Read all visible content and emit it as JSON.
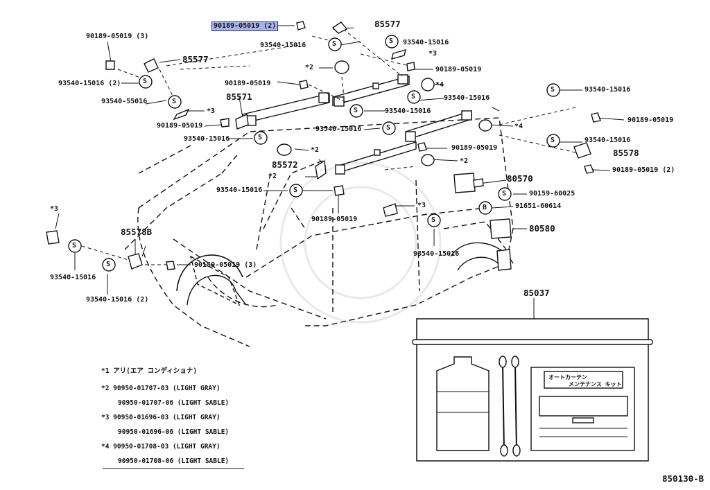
{
  "highlight": {
    "color": "#aab3e6"
  },
  "labels": {
    "top_highlighted": "90189-05019 (2)",
    "l85577_top": "85577",
    "l93540_15016_top_right": "93540-15016",
    "l93540_15016_a": "93540-15016",
    "l90189_05019_3_left": "90189-05019 (3)",
    "l85577_left": "85577",
    "l93540_15016_2_left": "93540-15016 (2)",
    "l93540_55016": "93540-55016",
    "l90189_05019_mid": "90189-05019",
    "l85571": "85571",
    "l90189_05019_left2": "90189-05019",
    "l93540_15016_left2": "93540-15016",
    "l90189_05019_center": "90189-05019",
    "l93540_15016_center_right": "93540-15016",
    "l93540_15016_center": "93540-15016",
    "l93540_15016_center2": "93540-15016",
    "l93540_15016_right1": "93540-15016",
    "l90189_05019_right1": "90189-05019",
    "l93540_15016_right2": "93540-15016",
    "l85578": "85578",
    "l90189_05019_2_right": "90189-05019 (2)",
    "l90189_05019_right_mid": "90189-05019",
    "l85572": "85572",
    "l93540_15016_left3": "93540-15016",
    "l80570": "80570",
    "l90159_60025": "90159-60025",
    "l91651_60614": "91651-60614",
    "l80580": "80580",
    "l90189_05019_lower": "90189-05019",
    "l93540_15016_lower": "93540-15016",
    "l85578b": "85578B",
    "l90189_05019_3_lower": "90189-05019 (3)",
    "l93540_15016_bottom_left": "93540-15016",
    "l93540_15016_2_bottom": "93540-15016 (2)",
    "l85037": "85037",
    "diagram_code": "850130-B",
    "s_marker": "S",
    "b_marker": "B",
    "m2": "*2",
    "m3": "*3",
    "m4": "*4"
  },
  "kit_card": {
    "line1": "オートカーテン",
    "line2": "メンテナンス キット"
  },
  "notes": [
    "*1 アリ(エア コンディショナ)",
    "*2 90950-01707-03 (LIGHT GRAY)",
    "90950-01707-06 (LIGHT SABLE)",
    "*3 90950-01696-03 (LIGHT GRAY)",
    "90950-01696-06 (LIGHT SABLE)",
    "*4 90950-01708-03 (LIGHT GRAY)",
    "90950-01708-06 (LIGHT SABLE)"
  ]
}
